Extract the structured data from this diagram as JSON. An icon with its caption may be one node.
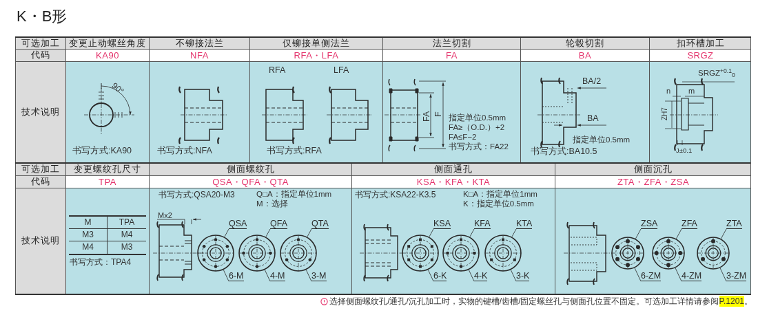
{
  "diagram": {
    "title": "K・B形",
    "nodes": [
      {
        "text": [
          "QSA"
        ]
      },
      {
        "text": [],
        "shape": "picture"
      },
      {
        "text": [
          "6-M"
        ]
      },
      {
        "text": [
          "QFA"
        ]
      },
      {
        "text": [],
        "shape": "picture"
      },
      {
        "text": [
          "4-M"
        ]
      },
      {
        "text": [
          "QTA"
        ]
      },
      {
        "text": [],
        "shape": "picture"
      },
      {
        "text": [
          "3-M"
        ]
      },
      {
        "text": [
          "KSA"
        ]
      },
      {
        "text": [],
        "shape": "picture"
      },
      {
        "text": [
          "6-K"
        ]
      },
      {
        "text": [
          "KFA"
        ]
      },
      {
        "text": [],
        "shape": "picture"
      },
      {
        "text": [
          "4-K"
        ]
      },
      {
        "text": [
          "KTA"
        ]
      },
      {
        "text": [],
        "shape": "picture"
      },
      {
        "text": [
          "3-K"
        ]
      },
      {
        "text": [
          "ZSA"
        ]
      },
      {
        "text": [],
        "shape": "picture"
      },
      {
        "text": [
          "6-ZM"
        ]
      },
      {
        "text": [
          "ZFA"
        ]
      },
      {
        "text": [],
        "shape": "picture"
      },
      {
        "text": [
          "4-ZM"
        ]
      },
      {
        "text": [
          "ZTA"
        ]
      },
      {
        "text": [],
        "shape": "picture"
      },
      {
        "text": [
          "3-ZM"
        ]
      }
    ],
    "edges": [
      {
        "from": 0,
        "to": 1,
        "arrow": "none"
      },
      {
        "from": 2,
        "to": 1,
        "arrow": "none"
      },
      {
        "from": 3,
        "to": 4,
        "arrow": "none"
      },
      {
        "from": 5,
        "to": 4,
        "arrow": "none"
      },
      {
        "from": 6,
        "to": 7,
        "arrow": "none"
      },
      {
        "from": 8,
        "to": 7,
        "arrow": "none"
      },
      {
        "from": 9,
        "to": 10,
        "arrow": "none"
      },
      {
        "from": 11,
        "to": 10,
        "arrow": "none"
      },
      {
        "from": 12,
        "to": 13,
        "arrow": "none"
      },
      {
        "from": 14,
        "to": 13,
        "arrow": "none"
      },
      {
        "from": 15,
        "to": 16,
        "arrow": "none"
      },
      {
        "from": 17,
        "to": 16,
        "arrow": "none"
      },
      {
        "from": 18,
        "to": 19,
        "arrow": "none"
      },
      {
        "from": 20,
        "to": 19,
        "arrow": "none"
      },
      {
        "from": 21,
        "to": 22,
        "arrow": "none"
      },
      {
        "from": 23,
        "to": 22,
        "arrow": "none"
      },
      {
        "from": 24,
        "to": 25,
        "arrow": "none"
      },
      {
        "from": 26,
        "to": 25,
        "arrow": "none"
      }
    ],
    "labels": [
      "可选加工",
      "变更止动螺丝角度",
      "不铆接法兰",
      "仅铆接单侧法兰",
      "法兰切割",
      "轮毂切割",
      "扣环槽加工",
      "代码",
      "KA90",
      "NFA",
      "RFA・LFA",
      "FA",
      "BA",
      "SRGZ",
      "技术说明",
      "90°",
      "书写方式:KA90",
      "书写方式:NFA",
      "RFA",
      "LFA",
      "书写方式:RFA",
      "FA",
      "F",
      "指定单位0.5mm",
      "FA≥（O.D.）+2",
      "FA≤F−2",
      "书写方式：FA22",
      "BA/2",
      "BA",
      "指定单位0.5mm",
      "书写方式:BA10.5",
      "SRGZ$^{+0.1}$$_{0}$",
      "n",
      "m",
      "ZH7",
      "J±0.1",
      "可选加工",
      "变更螺纹孔尺寸",
      "侧面螺纹孔",
      "侧面通孔",
      "侧面沉孔",
      "代码",
      "TPA",
      "QSA・QFA・QTA",
      "KSA・KFA・KTA",
      "ZTA・ZFA・ZSA",
      "技术说明",
      "M",
      "TPA",
      "M3",
      "M4",
      "M4",
      "M3",
      "书写方式：TPA4",
      "书写方式:QSA20-M3",
      "Q□A：指定单位1mm",
      "M：选择",
      "Mx2",
      "书写方式:KSA22-K3.5",
      "K□A：指定单位1mm",
      "K：指定单位0.5mm",
      "选择侧面螺纹孔/通孔/沉孔加工时，实物的键槽/齿槽/固定螺丝孔与侧面孔位置不固定。可选加工详情请参阅",
      "P.1201",
      "。"
    ]
  }
}
